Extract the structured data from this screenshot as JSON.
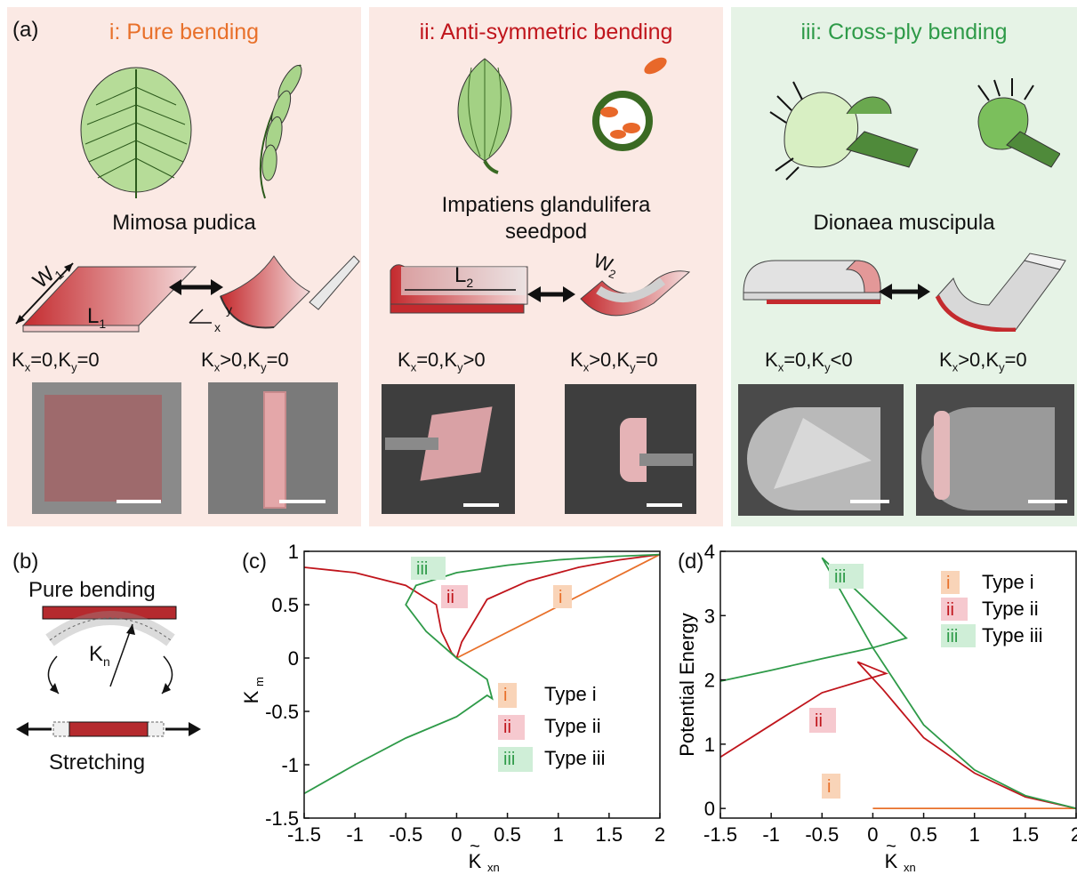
{
  "panel_a": {
    "label": "(a)",
    "sections": [
      {
        "title": "i: Pure bending",
        "color": "#e8702a",
        "bg": "#fbe9e4",
        "caption": "Mimosa pudica",
        "left_state": {
          "k1": "K",
          "s1": "x",
          "v1": "=0,K",
          "s2": "y",
          "v2": "=0"
        },
        "right_state": {
          "k1": "K",
          "s1": "x",
          "v1": ">0,K",
          "s2": "y",
          "v2": "=0"
        }
      },
      {
        "title": "ii: Anti-symmetric bending",
        "color": "#c0151c",
        "bg": "#fbe9e4",
        "caption_line1": "Impatiens glandulifera",
        "caption_line2": "seedpod",
        "left_state": {
          "k1": "K",
          "s1": "x",
          "v1": "=0,K",
          "s2": "y",
          "v2": ">0"
        },
        "right_state": {
          "k1": "K",
          "s1": "x",
          "v1": ">0,K",
          "s2": "y",
          "v2": "=0"
        }
      },
      {
        "title": "iii: Cross-ply bending",
        "color": "#2e9a48",
        "bg": "#e6f3e6",
        "caption": "Dionaea muscipula",
        "left_state": {
          "k1": "K",
          "s1": "x",
          "v1": "=0,K",
          "s2": "y",
          "v2": "<0"
        },
        "right_state": {
          "k1": "K",
          "s1": "x",
          "v1": ">0,K",
          "s2": "y",
          "v2": "=0"
        }
      }
    ],
    "dims": {
      "w1": "W",
      "w1s": "1",
      "l1": "L",
      "l1s": "1",
      "l2": "L",
      "l2s": "2",
      "w2": "W",
      "w2s": "2",
      "ax_y": "y",
      "ax_x": "x"
    }
  },
  "panel_b": {
    "label": "(b)",
    "pure_bending": "Pure bending",
    "kn": "K",
    "kn_sub": "n",
    "stretching": "Stretching"
  },
  "panel_c": {
    "label": "(c)",
    "ylabel": "K",
    "ylabel_sub": "m",
    "xlabel": "K",
    "xlabel_sub": "xn",
    "xticks": [
      "-1.5",
      "-1",
      "-0.5",
      "0",
      "0.5",
      "1",
      "1.5",
      "2"
    ],
    "yticks": [
      "1",
      "0.5",
      "0",
      "-0.5",
      "-1",
      "-1.5"
    ],
    "tags": [
      "iii",
      "ii",
      "i"
    ],
    "legend": [
      {
        "tag": "i",
        "label": "Type i",
        "color": "#e8702a",
        "bg": "#f9d4b8"
      },
      {
        "tag": "ii",
        "label": "Type ii",
        "color": "#c0151c",
        "bg": "#f6c9cf"
      },
      {
        "tag": "iii",
        "label": "Type iii",
        "color": "#2e9a48",
        "bg": "#cfeed7"
      }
    ]
  },
  "panel_d": {
    "label": "(d)",
    "ylabel": "Potential Energy",
    "xlabel": "K",
    "xlabel_sub": "xn",
    "xticks": [
      "-1.5",
      "-1",
      "-0.5",
      "0",
      "0.5",
      "1",
      "1.5",
      "2"
    ],
    "yticks": [
      "4",
      "3",
      "2",
      "1",
      "0"
    ],
    "tags": [
      "iii",
      "ii",
      "i"
    ],
    "legend": [
      {
        "tag": "i",
        "label": "Type i"
      },
      {
        "tag": "ii",
        "label": "Type ii"
      },
      {
        "tag": "iii",
        "label": "Type iii"
      }
    ]
  },
  "chart_data": [
    {
      "type": "line",
      "xlim": [
        -1.5,
        2
      ],
      "ylim": [
        -1.5,
        1
      ],
      "series": [
        {
          "name": "Type i",
          "color": "#e8702a",
          "x": [
            0,
            2
          ],
          "y": [
            0,
            0.97
          ]
        },
        {
          "name": "Type ii",
          "color": "#c0151c",
          "x": [
            -1.5,
            -1,
            -0.5,
            -0.2,
            -0.15,
            -0.05,
            0,
            0.05,
            0.3,
            0.7,
            1.2,
            1.6,
            2
          ],
          "y": [
            0.85,
            0.8,
            0.68,
            0.5,
            0.25,
            0.05,
            0,
            0.15,
            0.55,
            0.72,
            0.85,
            0.92,
            0.97
          ]
        },
        {
          "name": "Type iii",
          "color": "#2e9a48",
          "x": [
            -1.5,
            -1,
            -0.5,
            0,
            0.3,
            0.35,
            0.3,
            0,
            -0.3,
            -0.5,
            -0.4,
            0,
            0.5,
            1,
            1.5,
            2
          ],
          "y": [
            -1.27,
            -1.0,
            -0.75,
            -0.55,
            -0.35,
            -0.38,
            -0.2,
            0,
            0.25,
            0.5,
            0.68,
            0.8,
            0.87,
            0.92,
            0.95,
            0.97
          ]
        }
      ]
    },
    {
      "type": "line",
      "xlim": [
        -1.5,
        2
      ],
      "ylim": [
        -0.15,
        4
      ],
      "series": [
        {
          "name": "Type i",
          "color": "#e8702a",
          "x": [
            0,
            2
          ],
          "y": [
            0,
            0
          ]
        },
        {
          "name": "Type ii",
          "color": "#c0151c",
          "x": [
            -1.5,
            -1,
            -0.5,
            0.13,
            -0.15,
            0.1,
            0.5,
            1,
            1.5,
            2
          ],
          "y": [
            0.8,
            1.3,
            1.8,
            2.1,
            2.28,
            1.85,
            1.1,
            0.55,
            0.18,
            0
          ]
        },
        {
          "name": "Type iii",
          "color": "#2e9a48",
          "x": [
            -1.5,
            -1,
            -0.5,
            0,
            0.33,
            -0.5,
            0,
            0.5,
            1,
            1.5,
            2
          ],
          "y": [
            1.98,
            2.15,
            2.33,
            2.5,
            2.65,
            3.9,
            2.5,
            1.3,
            0.6,
            0.2,
            0
          ]
        }
      ]
    }
  ]
}
